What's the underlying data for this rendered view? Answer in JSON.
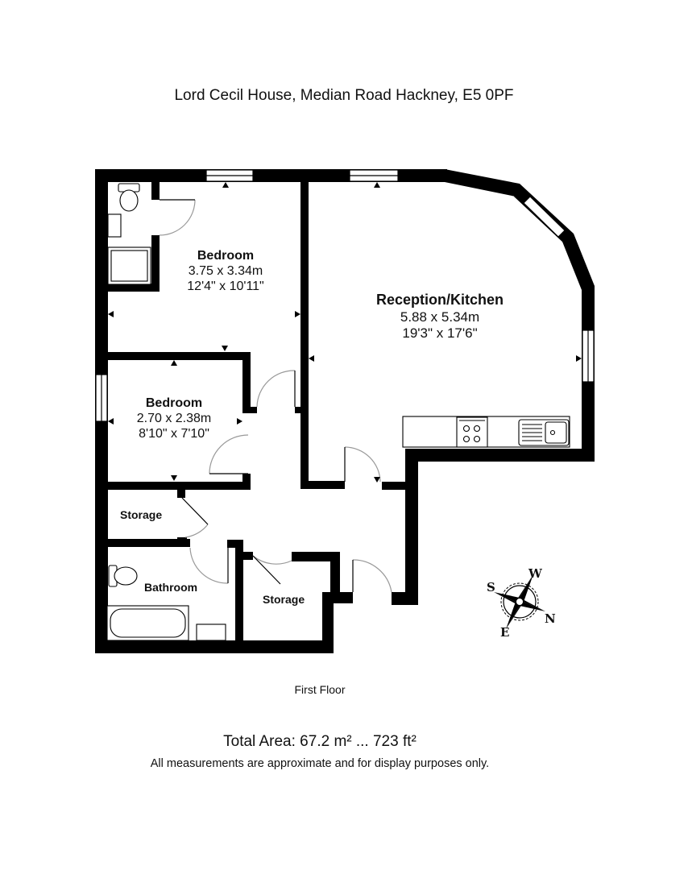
{
  "header": {
    "address": "Lord Cecil House, Median Road Hackney, E5 0PF"
  },
  "rooms": [
    {
      "id": "bedroom-1",
      "name": "Bedroom",
      "metric": "3.75 x 3.34m",
      "imperial": "12'4\" x 10'11\""
    },
    {
      "id": "reception-kitchen",
      "name": "Reception/Kitchen",
      "metric": "5.88 x 5.34m",
      "imperial": "19'3\" x 17'6\""
    },
    {
      "id": "bedroom-2",
      "name": "Bedroom",
      "metric": "2.70 x 2.38m",
      "imperial": "8'10\" x 7'10\""
    },
    {
      "id": "storage-1",
      "name": "Storage"
    },
    {
      "id": "bathroom",
      "name": "Bathroom"
    },
    {
      "id": "storage-2",
      "name": "Storage"
    }
  ],
  "compass": {
    "labels": {
      "w": "W",
      "s": "S",
      "n": "N",
      "e": "E"
    },
    "icon": "compass-rose-icon"
  },
  "footer": {
    "floor_label": "First Floor",
    "total_area": "Total Area: 67.2 m² ... 723 ft²",
    "disclaimer": "All measurements are approximate and for display purposes only."
  },
  "colors": {
    "wall": "#000000",
    "background": "#ffffff",
    "door_arc": "#999999"
  }
}
